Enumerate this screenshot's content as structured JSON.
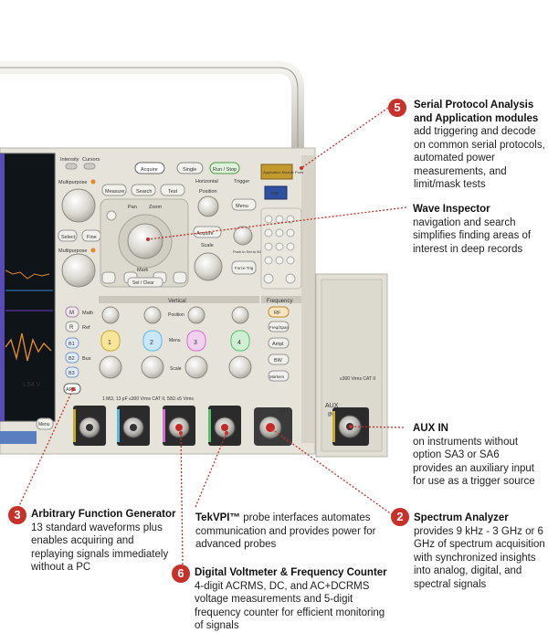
{
  "panel": {
    "intensity": "Intensity",
    "cursors": "Cursors",
    "multipurpose_a": "Multipurpose",
    "multipurpose_b": "Multipurpose",
    "select": "Select",
    "fine": "Fine",
    "measure": "Measure",
    "search": "Search",
    "test": "Test",
    "pan_zoom": "Pan",
    "zoom": "Zoom",
    "horizontal": "Horizontal",
    "trigger": "Trigger",
    "position": "Position",
    "acquire": "Acquire",
    "scale": "Scale",
    "menu": "Menu",
    "push_level": "Push to Set to 50%",
    "force_trig": "Force Trig",
    "mark": "Mark",
    "set_clear": "Set / Clear",
    "acquire_btn": "Acquire",
    "single": "Single",
    "run_stop": "Run / Stop",
    "vertical": "Vertical",
    "frequency": "Frequency",
    "m_label": "M",
    "math": "Math",
    "r_label": "R",
    "ref": "Ref",
    "bus_b1": "B1",
    "bus_b2": "B2",
    "bus_b3": "B3",
    "bus": "Bus",
    "afg": "AFG",
    "ch1": "1",
    "ch2": "2",
    "ch3": "3",
    "ch4": "4",
    "menu_v": "Menu",
    "rf": "RF",
    "freq_span": "Freq/Span",
    "ampl": "Ampl",
    "bw": "BW",
    "markers": "Markers",
    "rating": "1 MΩ, 13 pF ≤300 Vrms CAT II, 50Ω ≤5 Vrms",
    "aux_rating": "≤300 Vrms CAT II",
    "aux": "AUX",
    "in": "IN",
    "main_menu": "Menu",
    "readout": "1.64 V",
    "application_module": "Application Module Ports",
    "usb": "USB"
  },
  "callouts": [
    {
      "num": "5",
      "title": "Serial Protocol Analysis and Application modules",
      "body": "add triggering and decode on common serial protocols, automated power measurements, and limit/mask tests"
    },
    {
      "num": "",
      "title": "Wave Inspector",
      "body": "navigation and search simplifies finding areas of interest in deep records"
    },
    {
      "num": "",
      "title": "AUX IN",
      "body": "on instruments without option SA3 or SA6 provides an auxiliary input for use as a trigger source"
    },
    {
      "num": "3",
      "title": "Arbitrary Function Generator",
      "body": "13 standard waveforms plus enables acquiring and replaying signals immediately without a PC"
    },
    {
      "num": "",
      "title": "TekVPI™",
      "body": "probe interfaces automates communication and provides power for advanced probes"
    },
    {
      "num": "2",
      "title": "Spectrum Analyzer",
      "body": "provides 9 kHz - 3 GHz or 6 GHz of spectrum acquisition with synchronized insights into analog, digital, and spectral signals"
    },
    {
      "num": "6",
      "title": "Digital Voltmeter & Frequency Counter",
      "body": "4-digit ACRMS, DC, and AC+DCRMS voltage measurements and 5-digit frequency counter for efficient monitoring of signals"
    }
  ],
  "colors": {
    "accent": "#c8302a",
    "panel": "#e6e3da",
    "ch1": "#f2d028",
    "ch2": "#58b9e8",
    "ch3": "#d36fd1",
    "ch4": "#56c06a"
  }
}
